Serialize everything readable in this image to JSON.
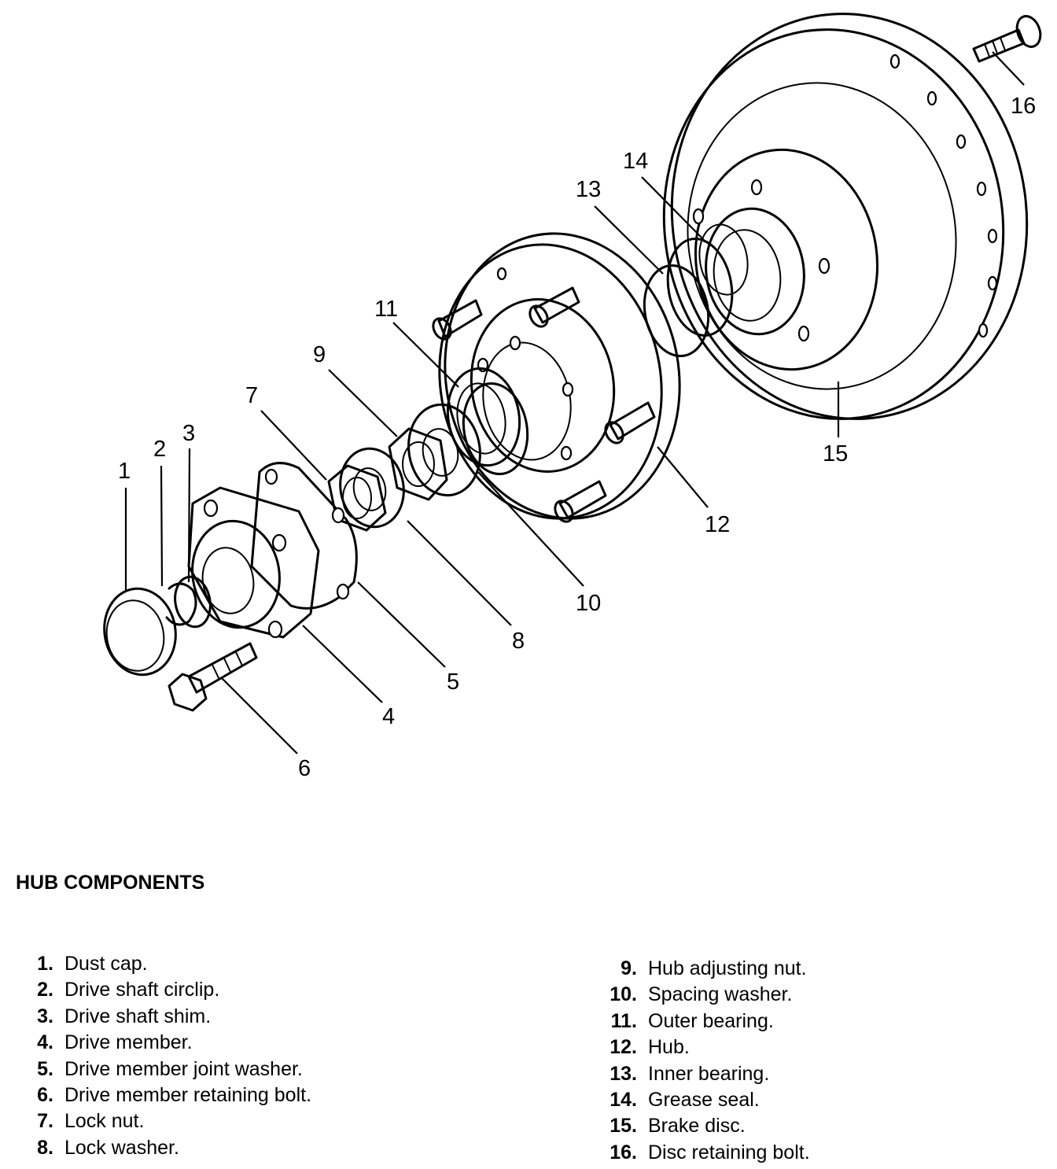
{
  "caption": "HUB COMPONENTS",
  "callouts": [
    "1",
    "2",
    "3",
    "4",
    "5",
    "6",
    "7",
    "8",
    "9",
    "10",
    "11",
    "12",
    "13",
    "14",
    "15",
    "16"
  ],
  "legend_left": [
    {
      "num": "1.",
      "label": "Dust cap."
    },
    {
      "num": "2.",
      "label": "Drive shaft circlip."
    },
    {
      "num": "3.",
      "label": "Drive shaft shim."
    },
    {
      "num": "4.",
      "label": "Drive member."
    },
    {
      "num": "5.",
      "label": "Drive member joint washer."
    },
    {
      "num": "6.",
      "label": "Drive member retaining bolt."
    },
    {
      "num": "7.",
      "label": "Lock nut."
    },
    {
      "num": "8.",
      "label": "Lock washer."
    }
  ],
  "legend_right": [
    {
      "num": "9.",
      "label": "Hub adjusting nut."
    },
    {
      "num": "10.",
      "label": "Spacing washer."
    },
    {
      "num": "11.",
      "label": "Outer bearing."
    },
    {
      "num": "12.",
      "label": "Hub."
    },
    {
      "num": "13.",
      "label": "Inner bearing."
    },
    {
      "num": "14.",
      "label": "Grease seal."
    },
    {
      "num": "15.",
      "label": "Brake disc."
    },
    {
      "num": "16.",
      "label": "Disc retaining bolt."
    }
  ]
}
